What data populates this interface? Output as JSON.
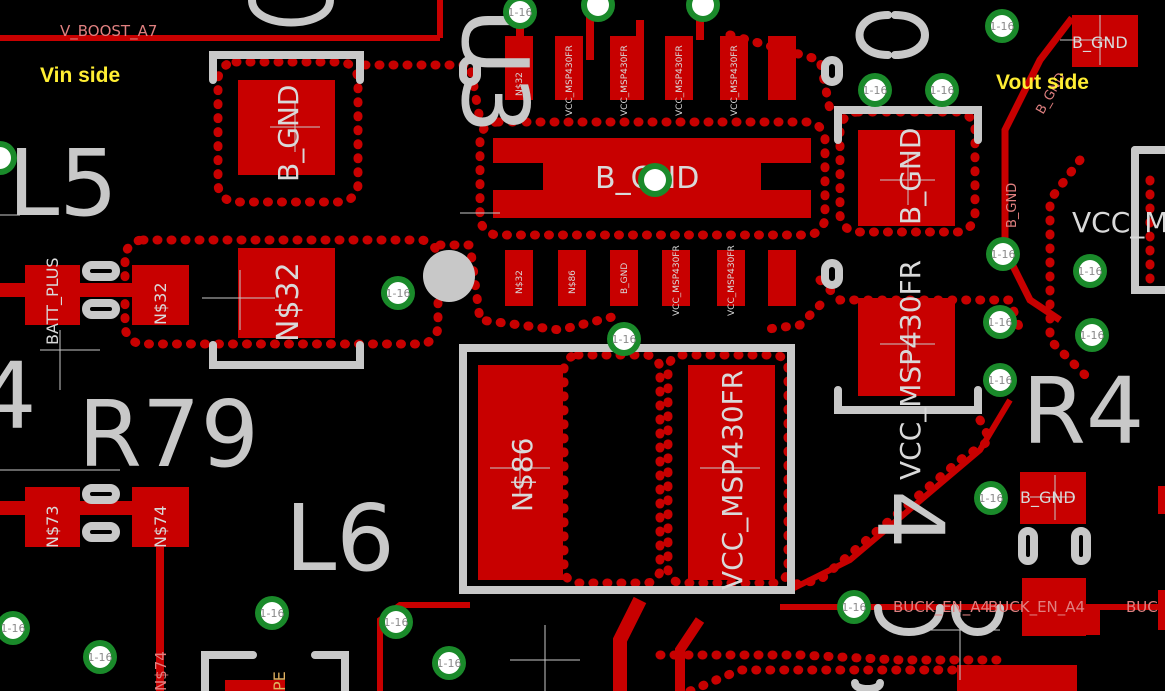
{
  "annotations": {
    "vin_side": "Vin side",
    "vout_side": "Vout side"
  },
  "colors": {
    "background": "#000000",
    "copper": "#c80000",
    "silkscreen": "#c8c8c8",
    "via_ring": "#1a8a2a",
    "via_hole": "#ffffff",
    "annotation": "#ffee33"
  },
  "traces": {
    "v_boost": "V_BOOST_A7",
    "buck_en_1": "BUCK_EN_A4",
    "buck_en_2": "BUCK_EN_A4",
    "buck_en_3": "BUC",
    "b_gnd_top": "B_GND",
    "b_gnd_diag": "B_GND",
    "b_gnd_vert": "B_GND",
    "buck_en_pad": "BUCK_EN_A4"
  },
  "via_label": "1-16",
  "parts": {
    "l5": "L5",
    "u3": "U3",
    "r79": "R79",
    "l6": "L6",
    "r4": "R4",
    "c_left": "4",
    "c_bottom": "4",
    "c_top": "C"
  },
  "pads": {
    "b_gnd_left": "B_GND",
    "b_gnd_center": "B_GND",
    "b_gnd_right": "B_GND",
    "b_gnd_topright": "B_GND",
    "b_gnd_small": "B_GND",
    "n32_big": "N$32",
    "n32_small": "N$32",
    "n86_big": "N$86",
    "vcc_big": "VCC_MSP430FR",
    "vcc_right": "VCC_MSP430FR",
    "vcc_right_short": "VCC_M",
    "batt_plus": "BATT_PLUS",
    "n73": "N$73",
    "n74": "N$74",
    "n74_trace": "N$74",
    "pe": "PE",
    "ic_top": [
      "N$32",
      "VCC_MSP430FR",
      "VCC_MSP430FR",
      "VCC_MSP430FR",
      "VCC_MSP430FR"
    ],
    "ic_bottom": [
      "N$32",
      "N$86",
      "B_GND",
      "VCC_MSP430FR",
      "VCC_MSP430FR"
    ]
  }
}
